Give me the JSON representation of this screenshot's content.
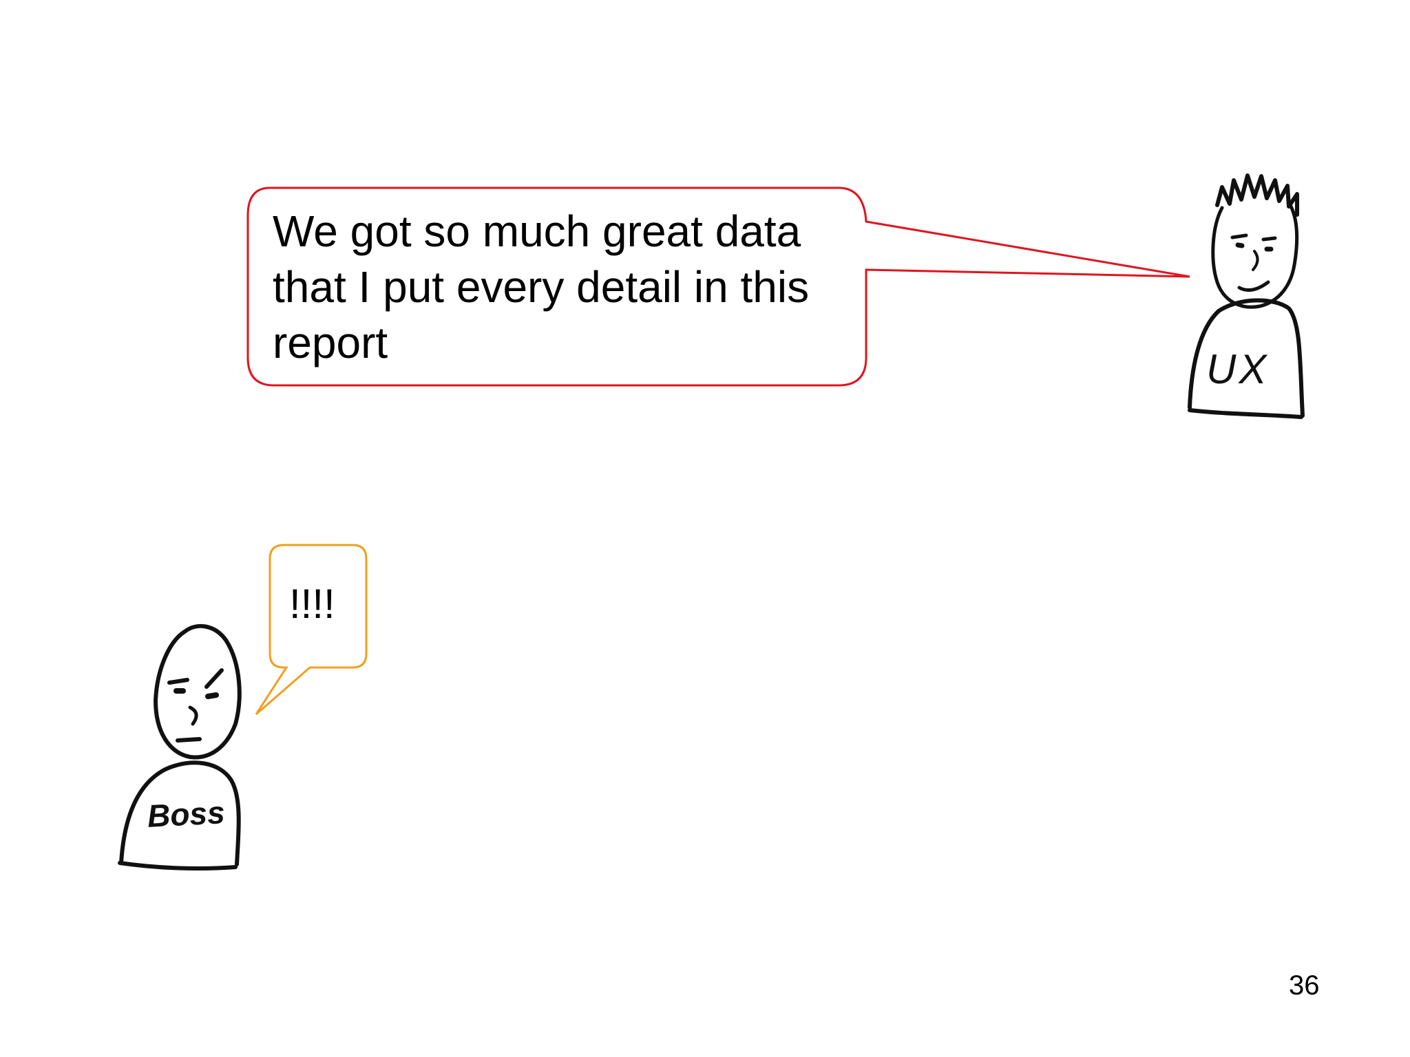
{
  "slide": {
    "ux_speech": "We got so much great data that I put every detail in this report",
    "boss_speech": "!!!!",
    "page_number": "36"
  },
  "characters": {
    "ux_shirt_label": "UX",
    "boss_shirt_label": "Boss"
  },
  "colors": {
    "ux_bubble_border": "#e0141e",
    "boss_bubble_border": "#f0a020",
    "ink": "#111111"
  },
  "icons": {
    "ux_character": "person-sketch-icon",
    "boss_character": "person-sketch-icon"
  }
}
